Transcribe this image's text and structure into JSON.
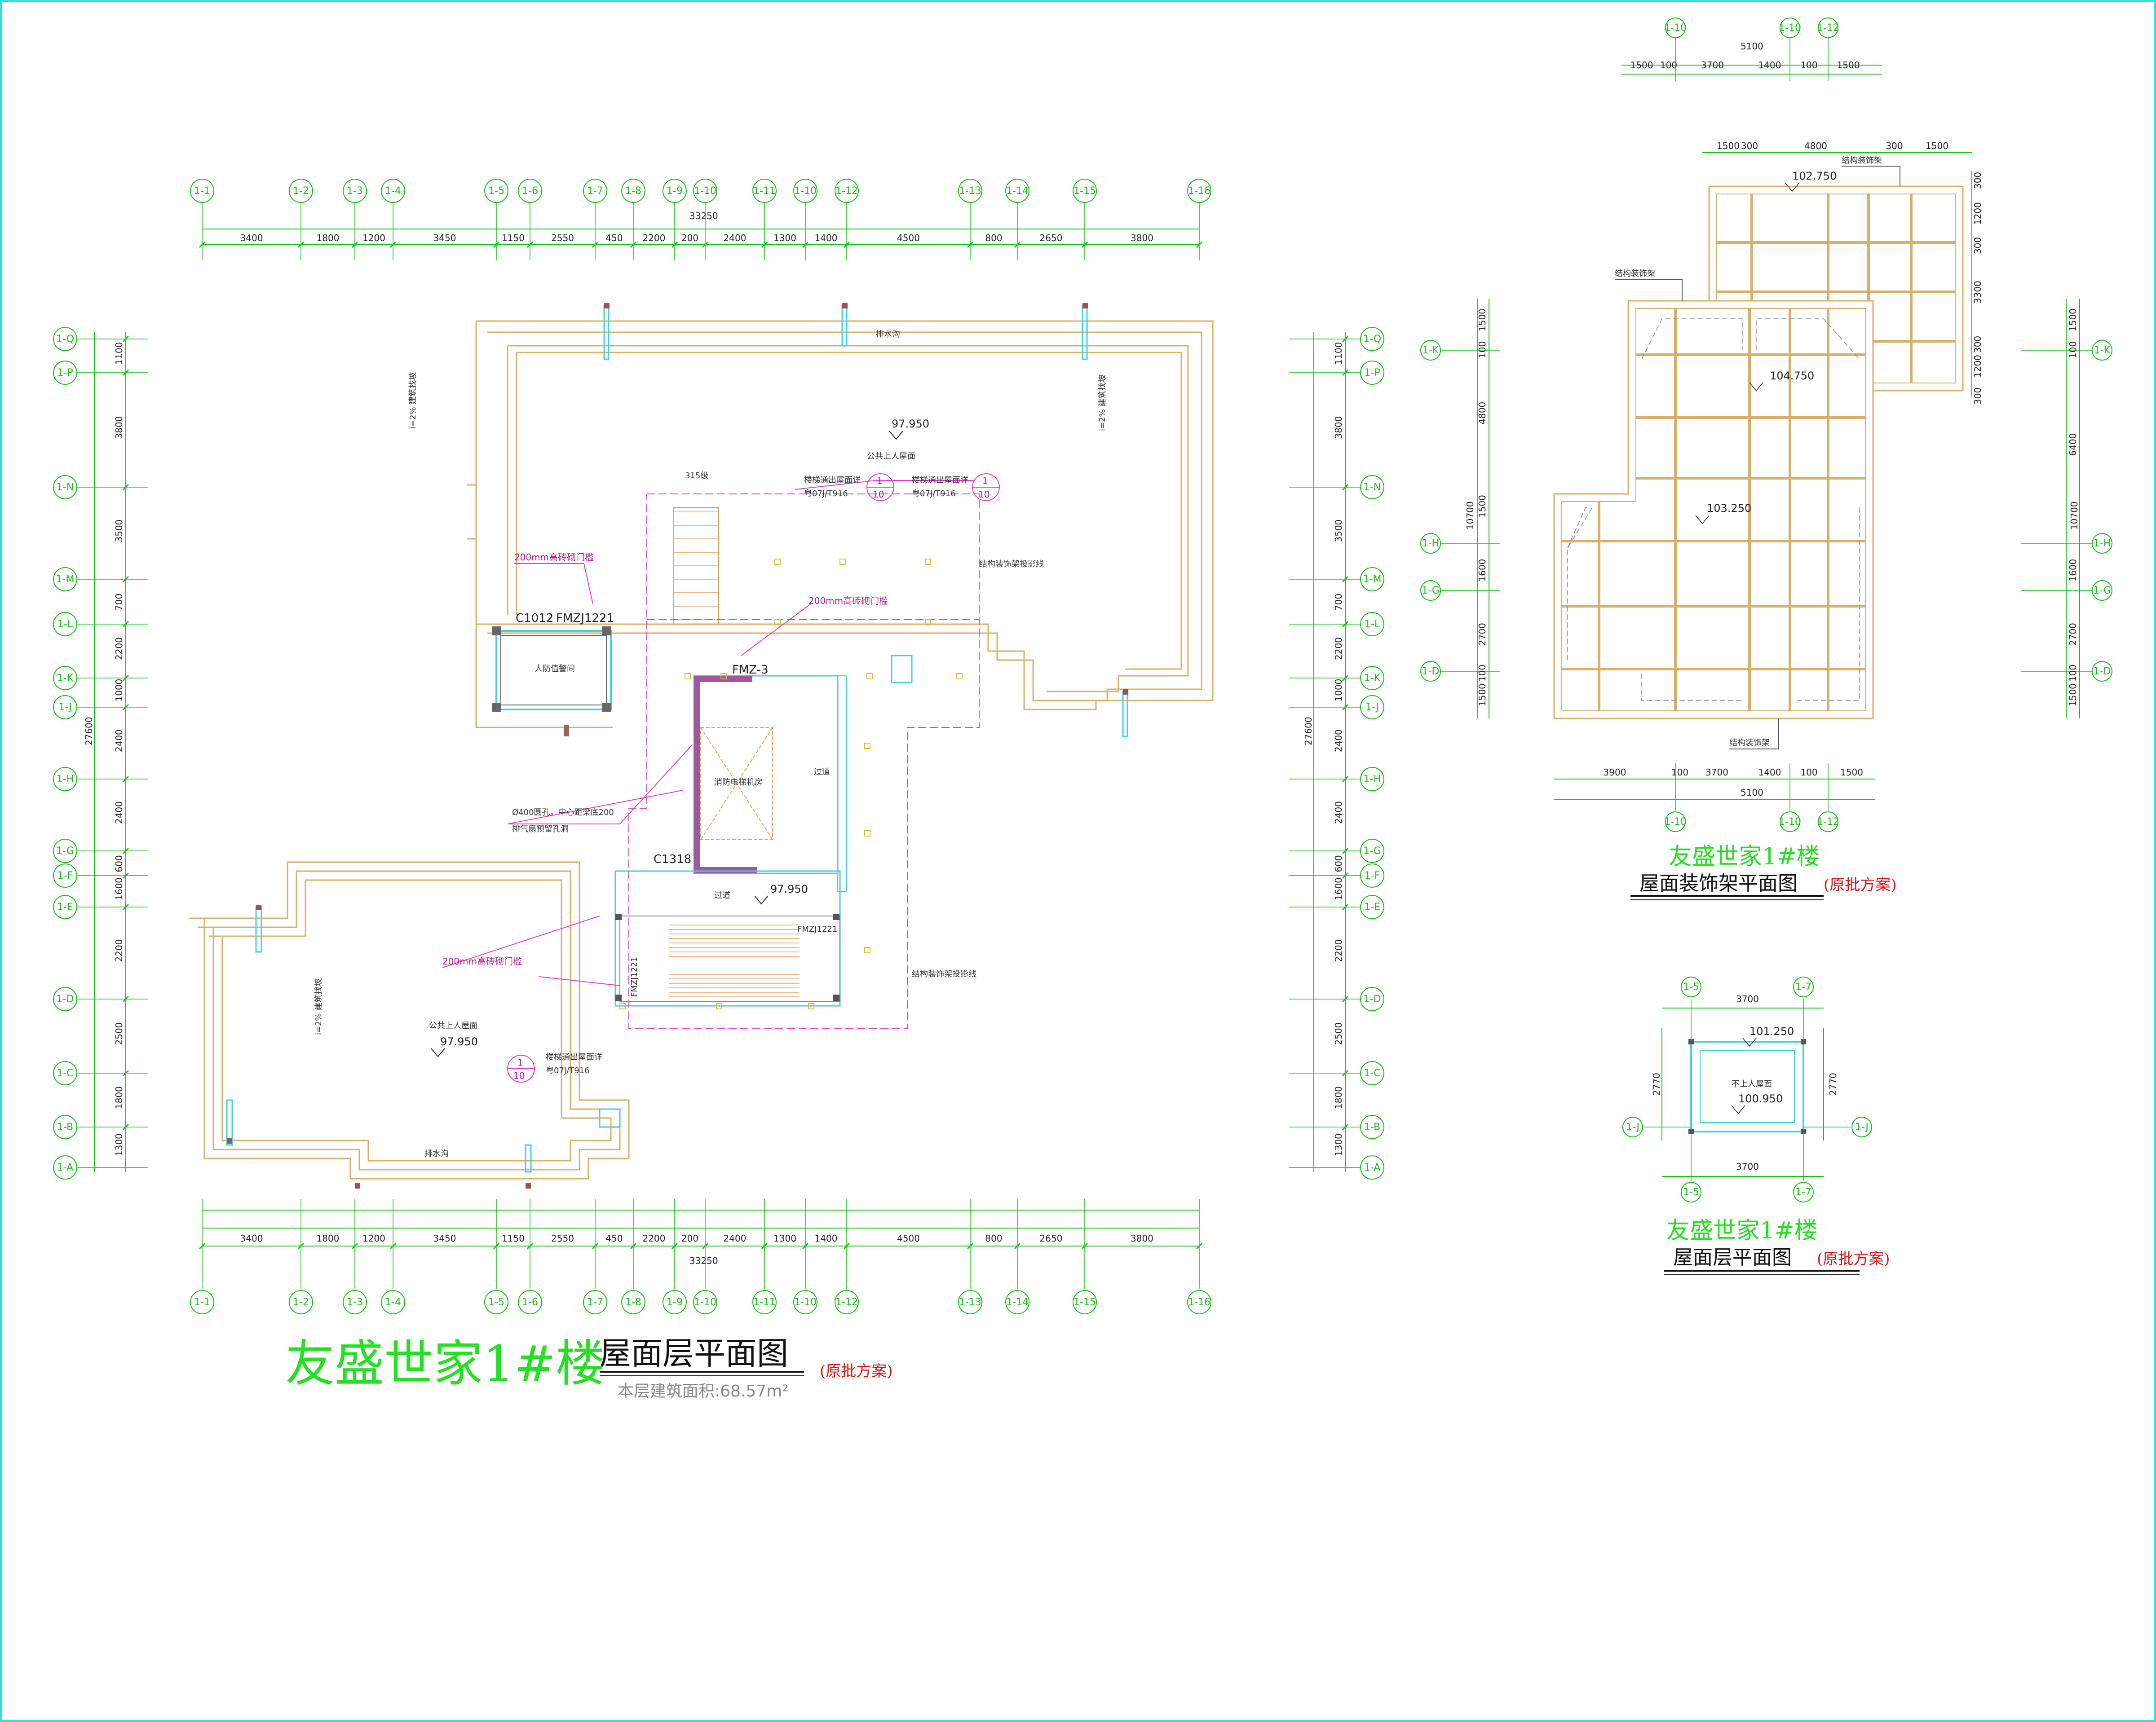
{
  "main_plan": {
    "title": "友盛世家1#楼",
    "subtitle": "屋面层平面图",
    "tag": "(原批方案)",
    "area_label": "本层建筑面积:68.57m²",
    "total_dim": "33250",
    "axes_x": [
      "1-1",
      "1-2",
      "1-3",
      "1-4",
      "1-5",
      "1-6",
      "1-7",
      "1-8",
      "1-9",
      "1-10",
      "1-11",
      "1-10",
      "1-12",
      "1-13",
      "1-14",
      "1-15",
      "1-16"
    ],
    "dims_x": [
      "3400",
      "1800",
      "1200",
      "3450",
      "1150",
      "2550",
      "450",
      "2200",
      "200",
      "2400",
      "1300",
      "1400",
      "4500",
      "800",
      "2650",
      "3800"
    ],
    "axes_y": [
      "1-Q",
      "1-P",
      "1-N",
      "1-M",
      "1-L",
      "1-K",
      "1-J",
      "1-H",
      "1-G",
      "1-F",
      "1-E",
      "1-D",
      "1-C",
      "1-B",
      "1-A"
    ],
    "dims_y": [
      "1100",
      "3800",
      "3500",
      "700",
      "2200",
      "1000",
      "2400",
      "2400",
      "600",
      "1600",
      "2200",
      "2500",
      "1800",
      "1300"
    ],
    "total_dim_y": "27600",
    "labels": {
      "roof_public_top": "公共上人屋面",
      "elev_top": "97.950",
      "drain_top": "排水沟",
      "slope_top": "i=2%\n建筑找坡",
      "door_200": "200mm高砖砌门槛",
      "door_200b": "200mm高砖砌门槛",
      "c1012": "C1012",
      "fmz1221": "FMZJ1221",
      "room_watch": "人防值警间",
      "fmz3": "FMZ-3",
      "elevator": "消防电梯机房",
      "corridor": "过道",
      "corridor2": "过道",
      "pipe": "Ø400圆孔，中心距梁底200",
      "pipe2": "排气扇预留孔洞",
      "c1318": "C1318",
      "elev_mid": "97.950",
      "fmz_a": "FMZJ1221",
      "fmz_b": "FMZJ1221",
      "roof_public_bottom": "公共上人屋面",
      "elev_bottom": "97.950",
      "drain_bottom": "排水沟",
      "slope_bottom": "i=2%\n建筑找坡",
      "exit1": "楼梯通出屋面详",
      "exit1b": "粤07J/T916",
      "exit2": "楼梯通出屋面详",
      "exit2b": "粤07J/T916",
      "exit3": "楼梯通出屋面详",
      "exit3b": "粤07J/T916",
      "detail_num": "1",
      "detail_den": "10",
      "struct_line": "结构装饰架投影线",
      "struct_line2": "结构装饰架投影线",
      "steps": "315级"
    }
  },
  "deco_plan": {
    "title": "友盛世家1#楼",
    "subtitle": "屋面装饰架平面图",
    "tag": "(原批方案)",
    "axes_top": [
      "1-10",
      "1-10",
      "1-12"
    ],
    "dim_top_total": "5100",
    "dims_top": [
      "1500",
      "100",
      "3700",
      "1400",
      "100",
      "1500"
    ],
    "dims_top2": [
      "1500",
      "300",
      "4800",
      "300",
      "1500"
    ],
    "elev_a": "102.750",
    "elev_b": "104.750",
    "elev_c": "103.250",
    "label_a": "结构装饰架",
    "label_b": "结构装饰架",
    "label_c": "结构装饰架",
    "dims_bottom": [
      "3900",
      "100",
      "3700",
      "1400",
      "100",
      "1500"
    ],
    "dim_bottom_total": "5100",
    "axes_left": [
      "1-K",
      "1-H",
      "1-G",
      "1-D"
    ],
    "dims_left_total": "10700",
    "dims_left": [
      "1500",
      "100",
      "4800",
      "1500",
      "1600",
      "2700",
      "100",
      "1500"
    ],
    "dims_right_total": "10700",
    "dims_right": [
      "1500",
      "100",
      "6400",
      "1600",
      "2700",
      "100",
      "1500"
    ],
    "dims_right2": [
      "300",
      "1200",
      "300",
      "3300",
      "300",
      "1200",
      "300"
    ]
  },
  "roof_plan": {
    "title": "友盛世家1#楼",
    "subtitle": "屋面层平面图",
    "tag": "(原批方案)",
    "axes_top": [
      "1-5",
      "1-7"
    ],
    "dim_top": "3700",
    "elev_a": "101.250",
    "label": "不上人屋面",
    "elev_b": "100.950",
    "dim_left": "2770",
    "dim_right": "2770",
    "axis_side": "1-J",
    "dim_bottom": "3700",
    "axes_bottom": [
      "1-5",
      "1-7"
    ]
  }
}
